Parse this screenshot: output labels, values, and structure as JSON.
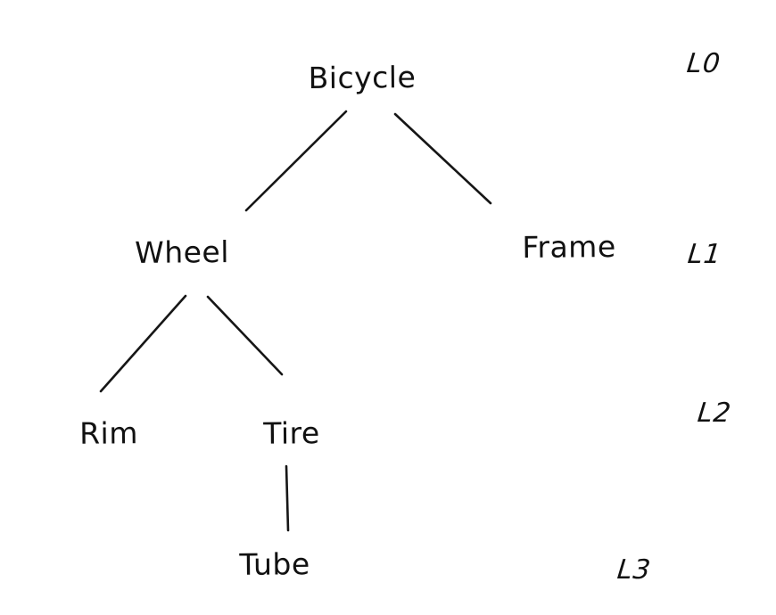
{
  "diagram": {
    "style": "hand-drawn-tree",
    "background_color": "#ffffff",
    "ink_color": "#161616",
    "nodes": {
      "bicycle": "Bicycle",
      "wheel": "Wheel",
      "frame": "Frame",
      "rim": "Rim",
      "tire": "Tire",
      "tube": "Tube"
    },
    "levels": {
      "l0": "L0",
      "l1": "L1",
      "l2": "L2",
      "l3": "L3"
    },
    "edges": [
      {
        "from": "Bicycle",
        "to": "Wheel"
      },
      {
        "from": "Bicycle",
        "to": "Frame"
      },
      {
        "from": "Wheel",
        "to": "Rim"
      },
      {
        "from": "Wheel",
        "to": "Tire"
      },
      {
        "from": "Tire",
        "to": "Tube"
      }
    ],
    "hierarchy": {
      "label": "Bicycle",
      "level": "L0",
      "children": [
        {
          "label": "Wheel",
          "level": "L1",
          "children": [
            {
              "label": "Rim",
              "level": "L2",
              "children": []
            },
            {
              "label": "Tire",
              "level": "L2",
              "children": [
                {
                  "label": "Tube",
                  "level": "L3",
                  "children": []
                }
              ]
            }
          ]
        },
        {
          "label": "Frame",
          "level": "L1",
          "children": []
        }
      ]
    }
  }
}
